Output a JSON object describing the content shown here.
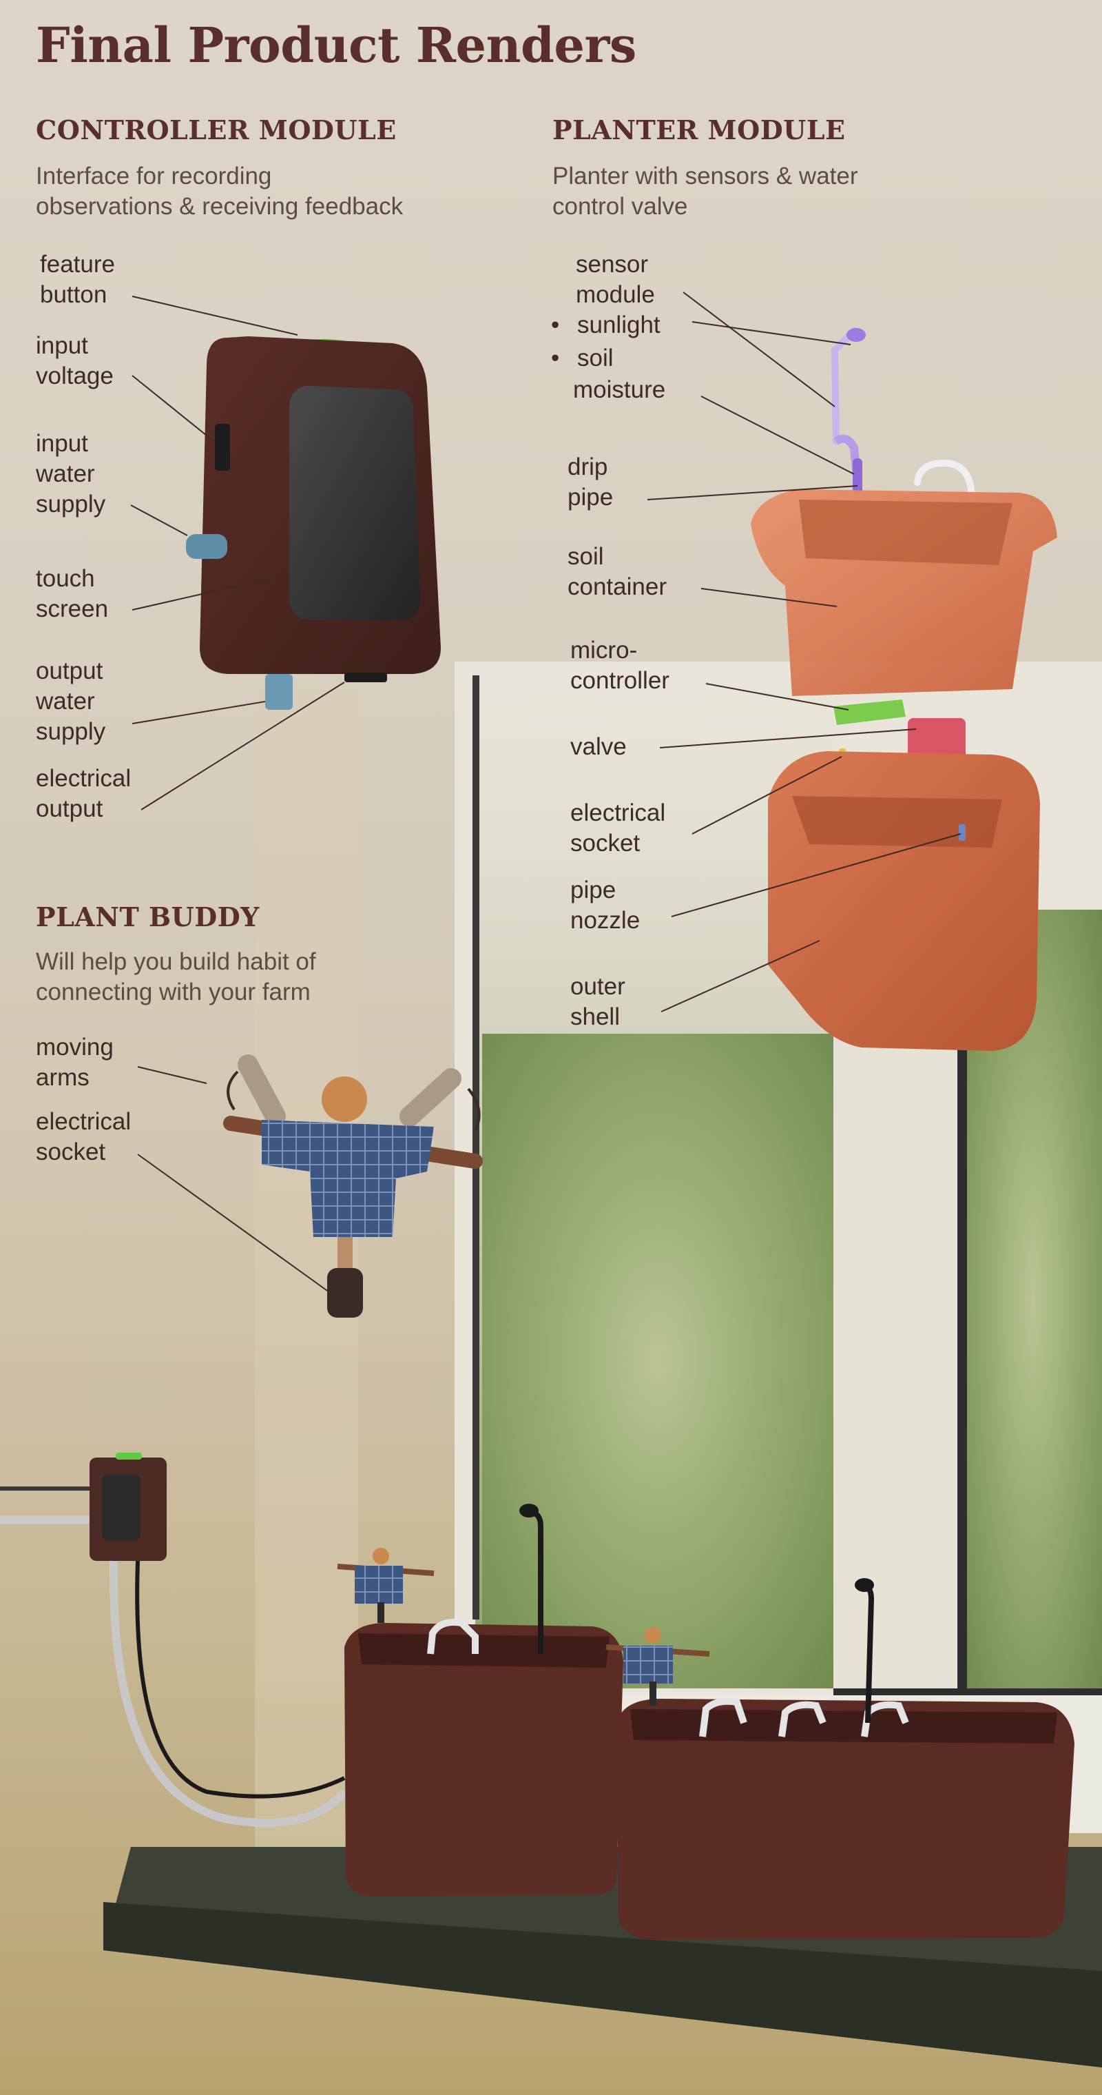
{
  "title": "Final Product Renders",
  "controller": {
    "heading": "CONTROLLER MODULE",
    "subtitle_lines": [
      "Interface for recording",
      "observations & receiving feedback"
    ],
    "labels": [
      [
        "feature",
        "button"
      ],
      [
        "input",
        "voltage"
      ],
      [
        "input",
        "water",
        "supply"
      ],
      [
        "touch",
        "screen"
      ],
      [
        "output",
        "water",
        "supply"
      ],
      [
        "electrical",
        "output"
      ]
    ]
  },
  "planter": {
    "heading": "PLANTER MODULE",
    "subtitle_lines": [
      "Planter with sensors & water",
      "control valve"
    ],
    "sensor_label": [
      "sensor",
      "module"
    ],
    "sensor_items": [
      "sunlight",
      "soil"
    ],
    "sensor_item_cont": "moisture",
    "labels": [
      [
        "drip",
        "pipe"
      ],
      [
        "soil",
        "container"
      ],
      [
        "micro-",
        "controller"
      ],
      [
        "valve"
      ],
      [
        "electrical",
        "socket"
      ],
      [
        "pipe",
        "nozzle"
      ],
      [
        "outer",
        "shell"
      ]
    ]
  },
  "buddy": {
    "heading": "PLANT BUDDY",
    "subtitle_lines": [
      "Will help you build habit of",
      "connecting with your farm"
    ],
    "labels": [
      [
        "moving",
        "arms"
      ],
      [
        "electrical",
        "socket"
      ]
    ]
  },
  "colors": {
    "heading": "#5a2f2b",
    "brown_device": "#3a241f",
    "terracotta": "#d8774f",
    "accent_green": "#5ecb45",
    "sensor_purple": "#9b7be0",
    "valve_red": "#d95565",
    "shelf": "#3b4034"
  }
}
